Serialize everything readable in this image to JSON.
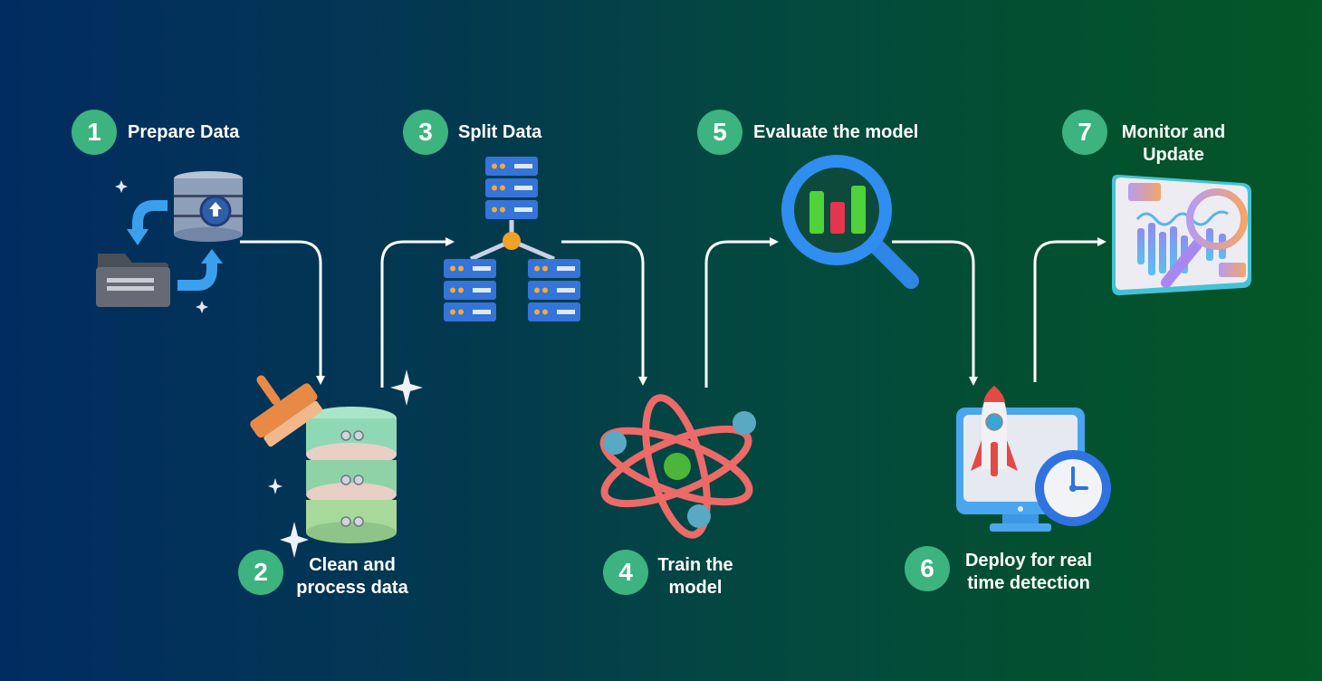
{
  "diagram": {
    "type": "process-flow",
    "steps": [
      {
        "number": "1",
        "label": "Prepare Data",
        "icon": "database-sync-icon"
      },
      {
        "number": "2",
        "label_lines": [
          "Clean and",
          "process data"
        ],
        "icon": "database-cleaning-icon"
      },
      {
        "number": "3",
        "label": "Split Data",
        "icon": "server-split-icon"
      },
      {
        "number": "4",
        "label_lines": [
          "Train the",
          "model"
        ],
        "icon": "atom-icon"
      },
      {
        "number": "5",
        "label": "Evaluate the model",
        "icon": "magnifier-chart-icon"
      },
      {
        "number": "6",
        "label_lines": [
          "Deploy for real",
          "time detection"
        ],
        "icon": "monitor-rocket-clock-icon"
      },
      {
        "number": "7",
        "label_lines": [
          "Monitor and",
          "Update"
        ],
        "icon": "dashboard-magnifier-icon"
      }
    ],
    "connections": [
      [
        "1",
        "2"
      ],
      [
        "2",
        "3"
      ],
      [
        "3",
        "4"
      ],
      [
        "4",
        "5"
      ],
      [
        "5",
        "6"
      ],
      [
        "6",
        "7"
      ]
    ],
    "colors": {
      "badge": "#3db37f",
      "text": "#ffffff",
      "arrow": "#ffffff",
      "bg_left": "#012c62",
      "bg_right": "#045726"
    }
  }
}
